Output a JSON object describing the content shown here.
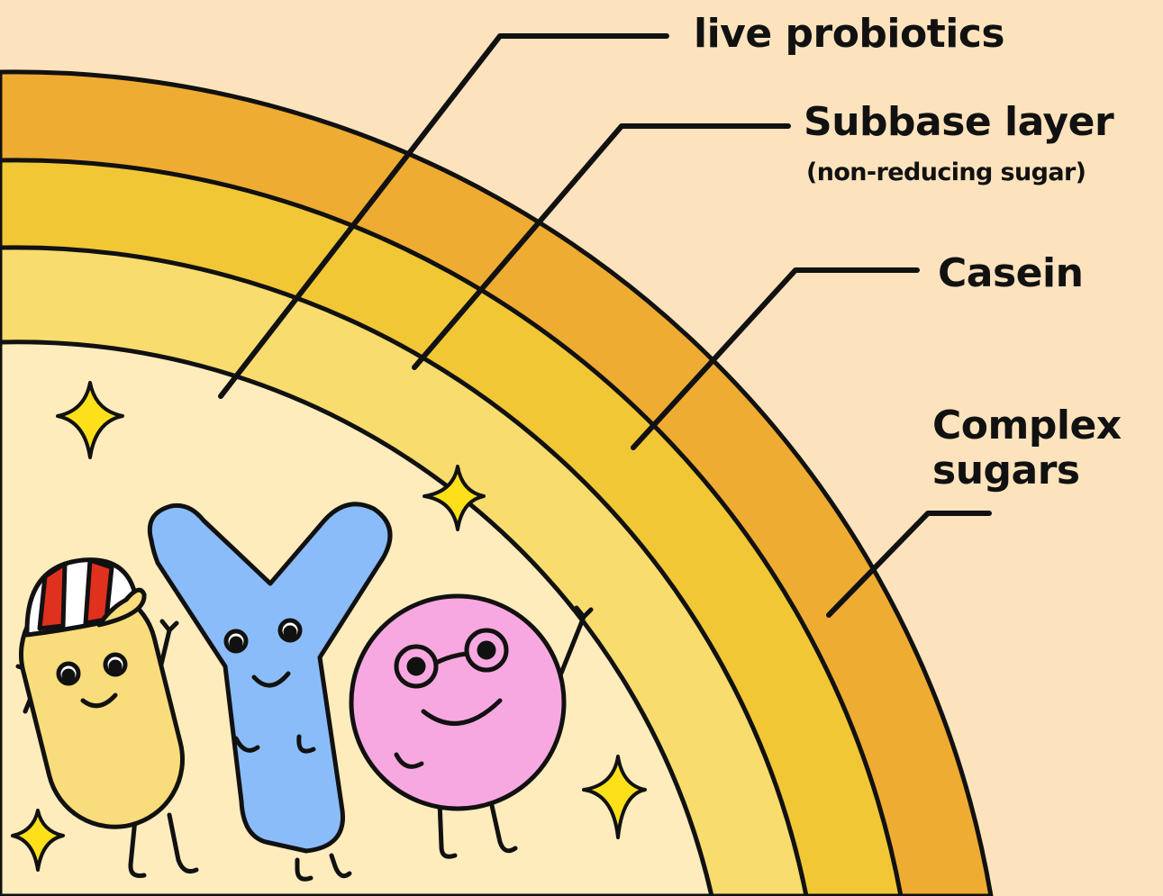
{
  "labels": {
    "probiotics": "live probiotics",
    "subbase": "Subbase layer",
    "subbase_note": "(non-reducing sugar)",
    "casein": "Casein",
    "complex_line1": "Complex",
    "complex_line2": "sugars"
  },
  "colors": {
    "background": "#fde3bd",
    "layer_complex_sugars": "#efac32",
    "layer_casein": "#f1c735",
    "layer_subbase": "#f9dc6e",
    "core": "#feecbd",
    "outline": "#111111",
    "yellow_bacterium": "#f9dc7c",
    "blue_bacterium": "#8bbcfa",
    "pink_bacterium": "#f8a8e0",
    "sparkle": "#fde01a",
    "cap_red": "#e0301e"
  },
  "icons": [
    "sparkle-icon",
    "yellow-bacterium-icon",
    "blue-y-bacterium-icon",
    "pink-coccus-icon",
    "striped-cap-icon"
  ]
}
